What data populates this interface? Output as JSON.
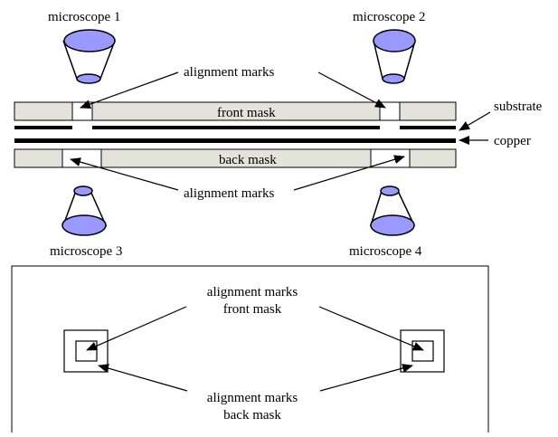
{
  "labels": {
    "microscope_1": "microscope 1",
    "microscope_2": "microscope 2",
    "microscope_3": "microscope 3",
    "microscope_4": "microscope 4",
    "alignment_marks_top": "alignment marks",
    "alignment_marks_middle": "alignment marks",
    "front_mask": "front mask",
    "back_mask": "back mask",
    "substrate": "substrate",
    "copper": "copper"
  },
  "inset": {
    "front_label_line1": "alignment marks",
    "front_label_line2": "front mask",
    "back_label_line1": "alignment marks",
    "back_label_line2": "back mask"
  },
  "colors": {
    "lens": "#9999ff",
    "mask_fill": "#e3e3dc",
    "outline": "#000000"
  }
}
